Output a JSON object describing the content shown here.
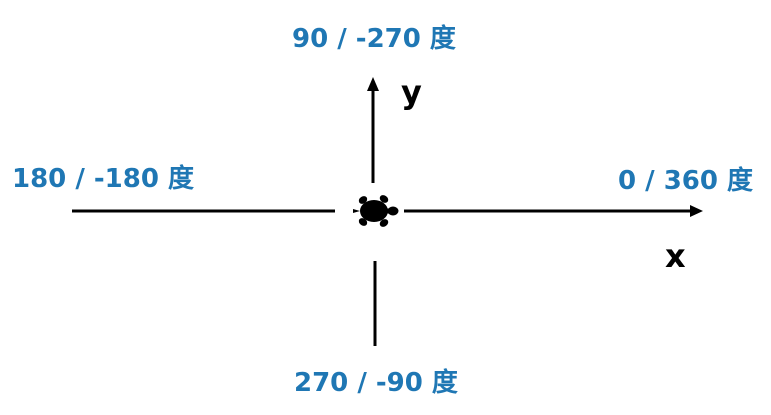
{
  "labels": {
    "top": "90 / -270 度",
    "left": "180 / -180 度",
    "right": "0 / 360 度",
    "bottom": "270 / -90 度"
  },
  "axes": {
    "x": "x",
    "y": "y"
  },
  "colors": {
    "label": "#1f77b4",
    "axis": "#000000",
    "turtle": "#000000"
  },
  "icons": {
    "center": "turtle-icon"
  }
}
